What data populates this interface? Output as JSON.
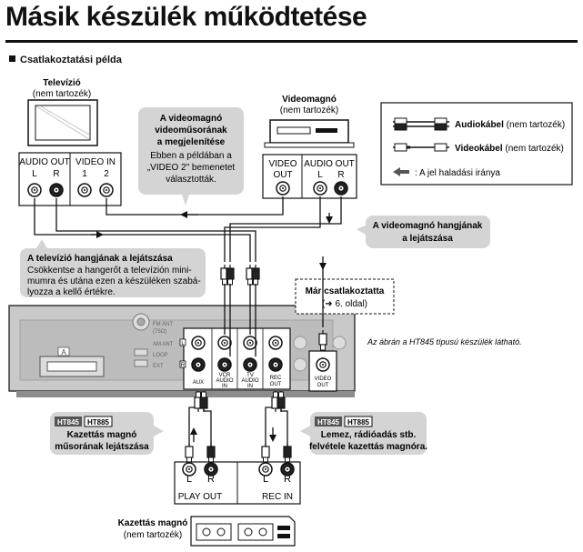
{
  "title": "Másik készülék működtetése",
  "section": "Csatlakoztatási példa",
  "tv": {
    "name": "Televízió",
    "note": "(nem tartozék)",
    "audio_out": "AUDIO OUT",
    "video_in": "VIDEO IN",
    "l": "L",
    "r": "R",
    "one": "1",
    "two": "2"
  },
  "vcr": {
    "name": "Videomagnó",
    "note": "(nem tartozék)",
    "video_out_1": "VIDEO",
    "video_out_2": "OUT",
    "audio_out": "AUDIO OUT",
    "l": "L",
    "r": "R"
  },
  "legend": {
    "audio_bold": "Audiokábel",
    "audio_note": " (nem tartozék)",
    "video_bold": "Videokábel",
    "video_note": " (nem tartozék)",
    "signal": ": A jel haladási iránya"
  },
  "callouts": {
    "vcr_video": {
      "l1": "A videomagnó",
      "l2": "videoműsorának",
      "l3": "a megjelenítése",
      "l4": "Ebben a példában a",
      "l5": "„VIDEO 2\" bemenetet",
      "l6": "választották."
    },
    "vcr_audio": {
      "l1": "A videomagnó hangjának",
      "l2": "a lejátszása"
    },
    "tv_audio": {
      "l1": "A televízió hangjának a lejátszása",
      "l2": "Csökkentse a hangerőt a televízión mini-",
      "l3": "mumra és utána ezen a készüléken szabá-",
      "l4": "lyozza a kellő értékre."
    },
    "already": {
      "l1": "Már csatlakoztatta",
      "l2": "(➜ 6. oldal)"
    },
    "tape_play": {
      "badge1": "HT845",
      "badge2": "HT885",
      "l1": "Kazettás magnó",
      "l2": "műsorának lejátszása"
    },
    "tape_rec": {
      "badge1": "HT845",
      "badge2": "HT885",
      "l1": "Lemez, rádióadás stb.",
      "l2": "felvétele kazettás magnóra."
    }
  },
  "unit": {
    "model_note": "Az ábrán a HT845 típusú készülék látható.",
    "jack_l": "L",
    "jack_r": "R",
    "aux": "AUX",
    "vcr_audio_in_1": "VCR",
    "vcr_audio_in_2": "AUDIO",
    "vcr_audio_in_3": "IN",
    "tv_audio_in_1": "TV",
    "tv_audio_in_2": "AUDIO",
    "tv_audio_in_3": "IN",
    "rec_out_1": "REC",
    "rec_out_2": "OUT",
    "video_out_1": "VIDEO",
    "video_out_2": "OUT",
    "fm_ant_1": "FM ANT",
    "fm_ant_2": "(75Ω)",
    "am_ant": "AM ANT",
    "loop": "LOOP",
    "ext": "EXT",
    "scart_a": "A"
  },
  "tape": {
    "name": "Kazettás magnó",
    "note": "(nem tartozék)",
    "l": "L",
    "r": "R",
    "play_out": "PLAY OUT",
    "rec_in": "REC IN"
  },
  "colors": {
    "callout_bg": "#d4d4d4",
    "unit_body": "#c9c9c9",
    "unit_dark": "#8c8c8c",
    "ink": "#111111"
  }
}
